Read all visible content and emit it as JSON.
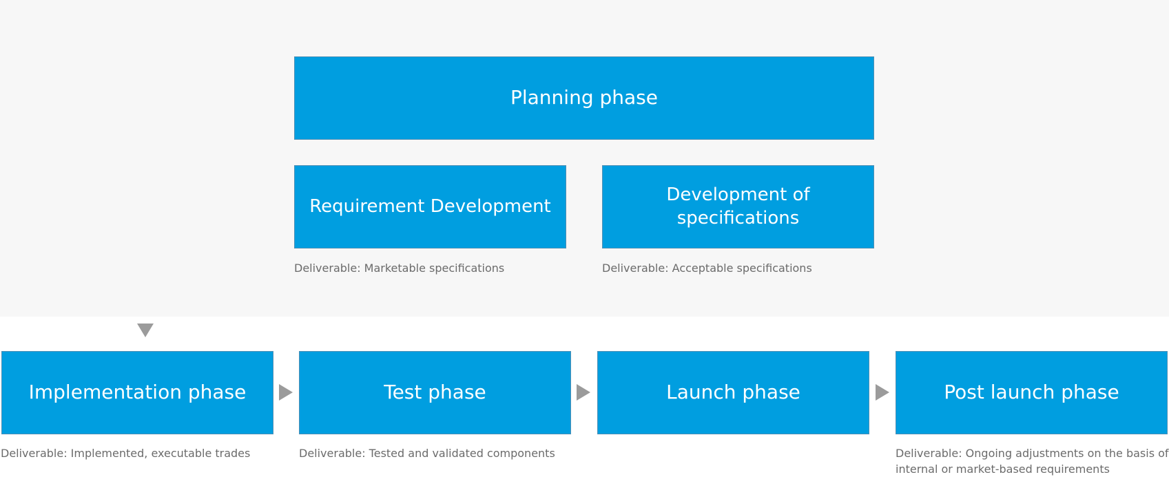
{
  "planning_section": {
    "phase_label": "Planning phase",
    "requirement_label": "Requirement Development",
    "requirement_deliverable": "Deliverable: Marketable specifications",
    "spec_label": "Development of specifications",
    "spec_deliverable": "Deliverable: Acceptable specifications"
  },
  "phases": {
    "implementation": {
      "label": "Implementation phase",
      "deliverable": "Deliverable: Implemented, executable trades"
    },
    "test": {
      "label": "Test phase",
      "deliverable": "Deliverable: Tested and validated components"
    },
    "launch": {
      "label": "Launch phase"
    },
    "post_launch": {
      "label": "Post launch phase",
      "deliverable_line1": "Deliverable: Ongoing adjustments on the basis of",
      "deliverable_line2": "internal or market-based requirements"
    }
  },
  "colors": {
    "box_fill": "#009ee0",
    "box_border": "#4f8fb4",
    "planning_background": "#f7f7f7",
    "arrow": "#9b9b9b",
    "caption_text": "#6b6b6b"
  },
  "icons": {
    "down": "triangle-down-icon",
    "right": "triangle-right-icon"
  }
}
